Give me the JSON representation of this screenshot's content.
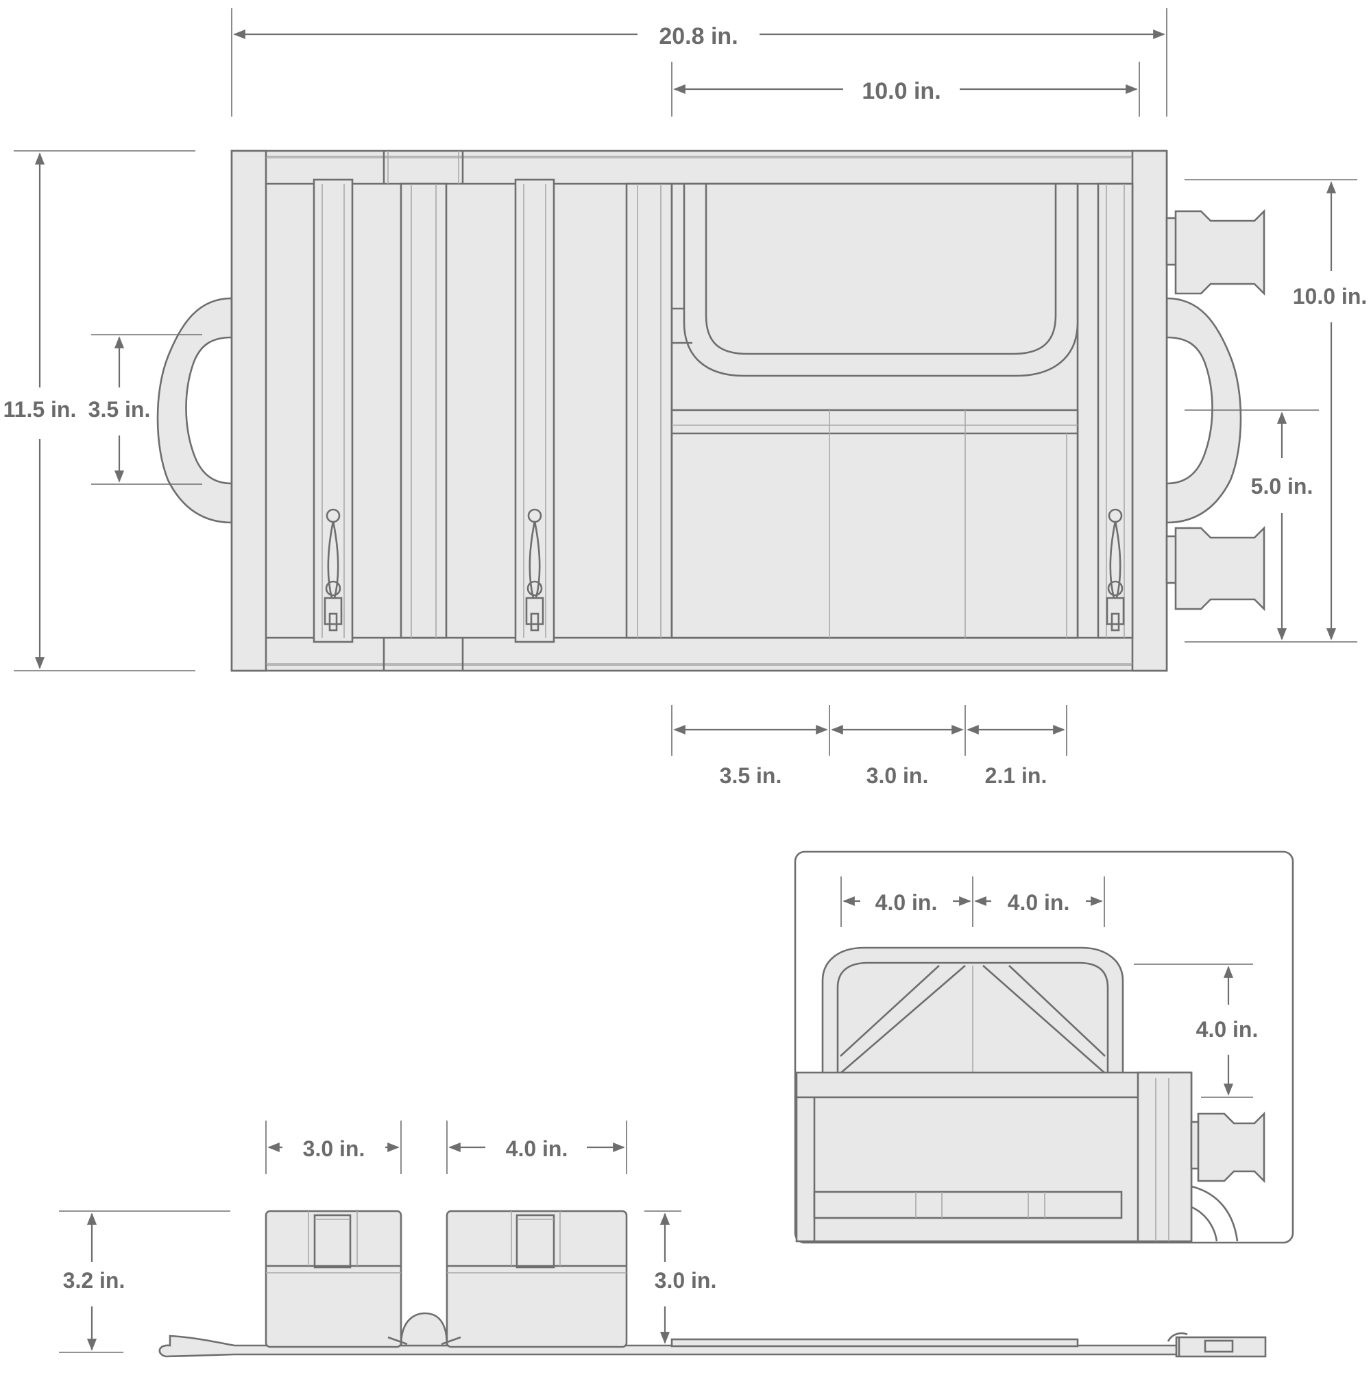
{
  "colors": {
    "line": "#6e6e6e",
    "fill": "#e8e8e8",
    "text": "#6b6b6b"
  },
  "top_view": {
    "overall_width": "20.8 in.",
    "inner_width": "10.0 in.",
    "overall_height": "11.5 in.",
    "handle_height": "3.5 in.",
    "right_height": "10.0 in.",
    "right_lower": "5.0 in.",
    "bottom_a": "3.5 in.",
    "bottom_b": "3.0 in.",
    "bottom_c": "2.1 in."
  },
  "inset_view": {
    "left_width": "4.0 in.",
    "right_width": "4.0 in.",
    "height": "4.0 in."
  },
  "side_view": {
    "pocket_a_width": "3.0 in.",
    "pocket_b_width": "4.0 in.",
    "left_height": "3.2 in.",
    "right_height": "3.0 in."
  }
}
